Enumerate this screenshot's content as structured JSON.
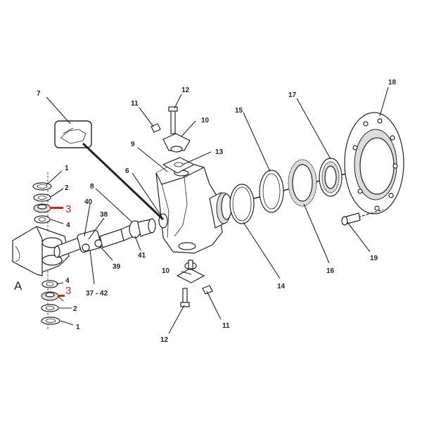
{
  "diagram": {
    "section_letter": "A",
    "labels": {
      "n1_top": "1",
      "n2_top": "2",
      "n3_top": "3",
      "n4_top": "4",
      "n4_bot": "4",
      "n3_bot": "3",
      "n2_bot": "2",
      "n1_bot": "1",
      "n6": "6",
      "n7": "7",
      "n8": "8",
      "n9": "9",
      "n10_top": "10",
      "n10_bot": "10",
      "n11_top": "11",
      "n11_bot": "11",
      "n12_top": "12",
      "n12_bot": "12",
      "n13": "13",
      "n14": "14",
      "n15": "15",
      "n16": "16",
      "n17": "17",
      "n18": "18",
      "n19": "19",
      "n38": "38",
      "n39": "39",
      "n40": "40",
      "n41": "41",
      "n37_42": "37 - 42"
    },
    "highlight_color": "#d0211c",
    "line_color": "#222222"
  }
}
